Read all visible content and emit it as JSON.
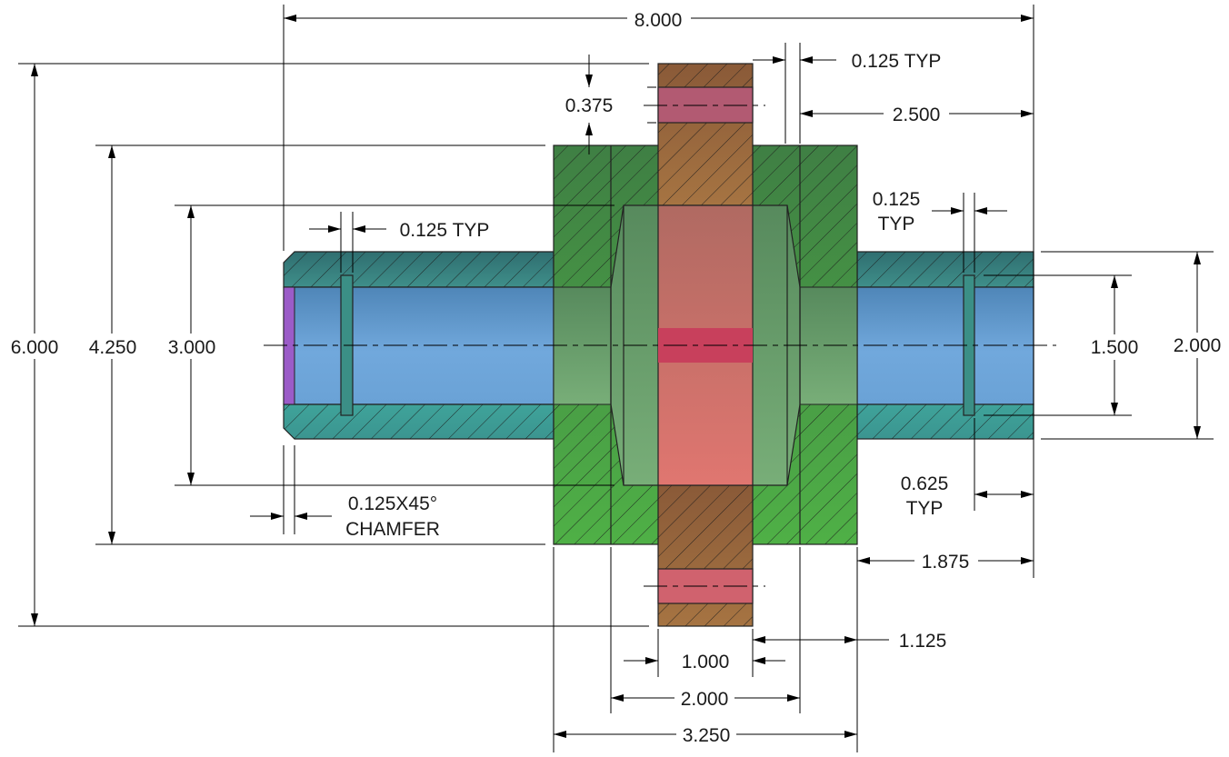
{
  "dimensions": {
    "overall_length": "8.000",
    "height_6": "6.000",
    "height_4250": "4.250",
    "height_3": "3.000",
    "hub_0375": "0.375",
    "gap_top_typ": "0.125 TYP",
    "dist_2500": "2.500",
    "groove_left_typ": "0.125 TYP",
    "groove_right_a": "0.125",
    "groove_right_b": "TYP",
    "bore_1500": "1.500",
    "shaft_2000": "2.000",
    "chamfer_a": "0.125X45°",
    "chamfer_b": "CHAMFER",
    "groove_pos_a": "0.625",
    "groove_pos_b": "TYP",
    "dist_1875": "1.875",
    "dist_1125": "1.125",
    "width_1000": "1.000",
    "width_2000": "2.000",
    "width_3250": "3.250"
  },
  "colors": {
    "shaft_wall": "#3f8f8a",
    "shaft_bore": "#6aa2d6",
    "hub": "#4c9a46",
    "hub_inner": "#6fa571",
    "gear_teeth": "#9c6a3c",
    "gear_body": "#d0706a",
    "bolt_hole": "#c24d6a",
    "chamfer_face": "#9b5cc8"
  }
}
